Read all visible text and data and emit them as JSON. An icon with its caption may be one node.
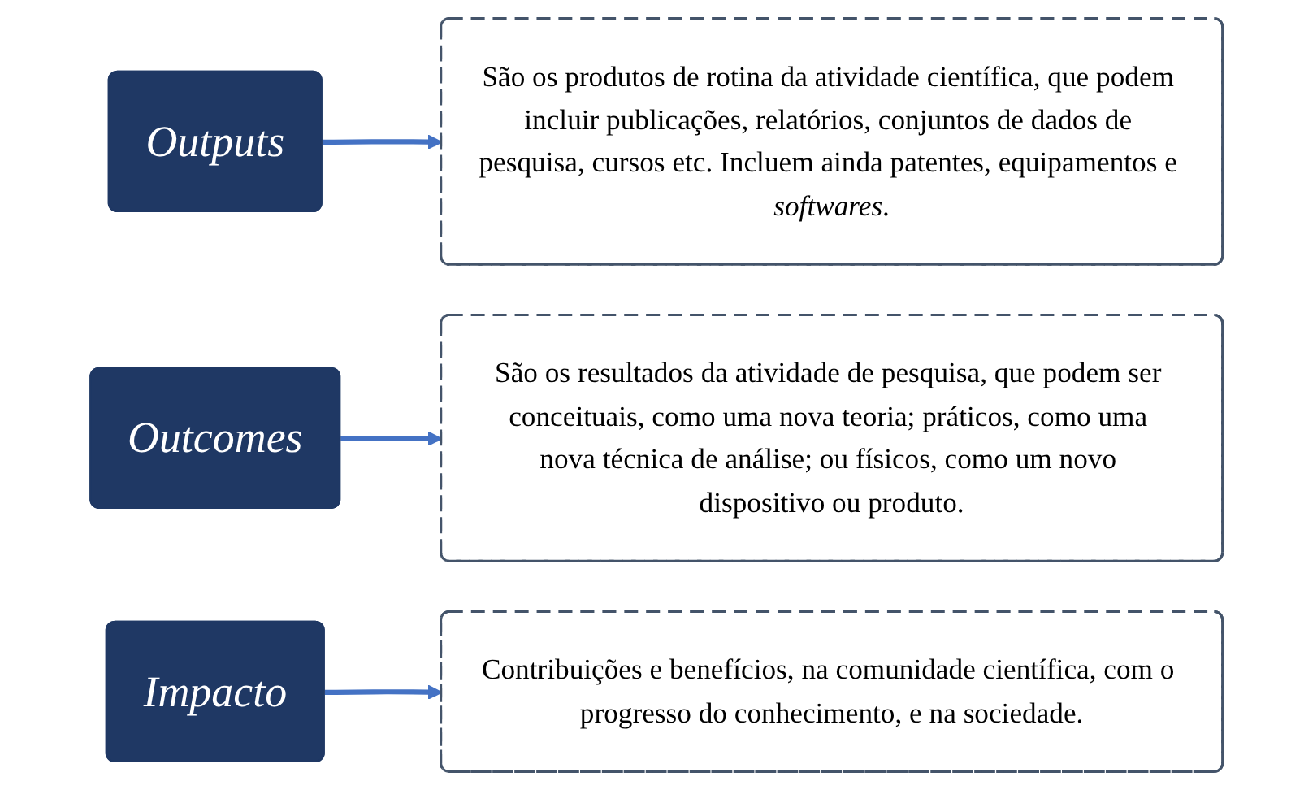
{
  "diagram": {
    "nodes": [
      {
        "text": [
          "Outputs"
        ]
      },
      {
        "text": [
          "São os produtos de rotina da atividade científica, que podem incluir publicações, relatórios, conjuntos de dados de pesquisa, cursos etc. Incluem ainda patentes, equipamentos e *softwares*."
        ]
      },
      {
        "text": [
          "Outcomes"
        ]
      },
      {
        "text": [
          "São os resultados da atividade de pesquisa, que podem ser conceituais, como uma nova teoria; práticos, como uma nova técnica de análise; ou físicos, como um novo dispositivo ou produto."
        ]
      },
      {
        "text": [
          "Impacto"
        ]
      },
      {
        "text": [
          "Contribuições e benefícios, na comunidade científica, com o progresso do conhecimento, e na sociedade."
        ]
      }
    ],
    "edges": [
      {
        "from": 0,
        "to": 1,
        "arrow": "to",
        "color": "#4472c4"
      },
      {
        "from": 2,
        "to": 3,
        "arrow": "to",
        "color": "#4472c4"
      },
      {
        "from": 4,
        "to": 5,
        "arrow": "to",
        "color": "#4472c4"
      }
    ]
  }
}
